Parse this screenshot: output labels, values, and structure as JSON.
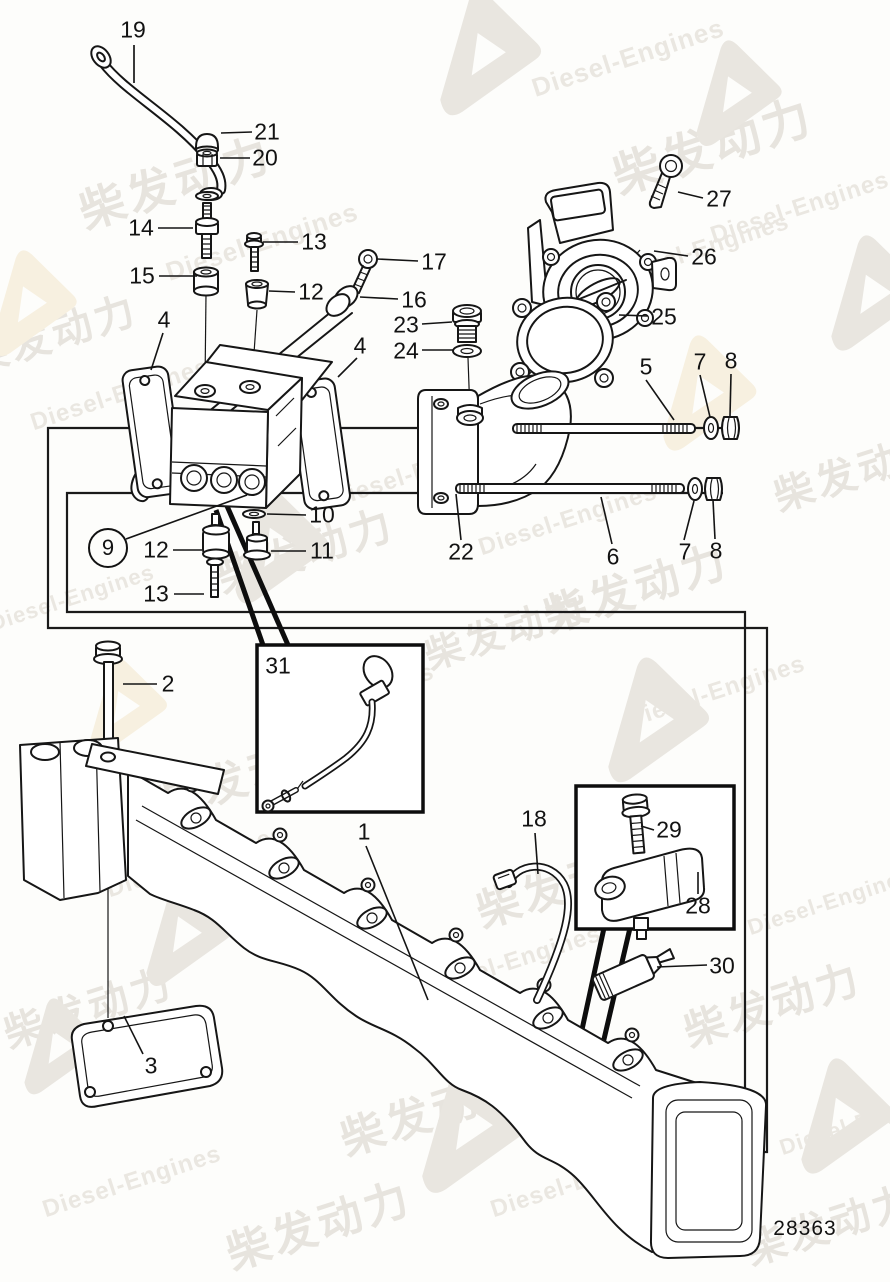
{
  "diagram": {
    "type": "exploded-parts-diagram",
    "figure_number": "28363",
    "callouts": [
      {
        "label": "19"
      },
      {
        "label": "21"
      },
      {
        "label": "20"
      },
      {
        "label": "14"
      },
      {
        "label": "13"
      },
      {
        "label": "15"
      },
      {
        "label": "12"
      },
      {
        "label": "17"
      },
      {
        "label": "16"
      },
      {
        "label": "23"
      },
      {
        "label": "24"
      },
      {
        "label": "27"
      },
      {
        "label": "26"
      },
      {
        "label": "25"
      },
      {
        "label": "4"
      },
      {
        "label": "4"
      },
      {
        "label": "5"
      },
      {
        "label": "7"
      },
      {
        "label": "8"
      },
      {
        "label": "22"
      },
      {
        "label": "6"
      },
      {
        "label": "7"
      },
      {
        "label": "8"
      },
      {
        "label": "9",
        "circled": true
      },
      {
        "label": "10"
      },
      {
        "label": "11"
      },
      {
        "label": "12"
      },
      {
        "label": "13"
      },
      {
        "label": "2"
      },
      {
        "label": "31"
      },
      {
        "label": "1"
      },
      {
        "label": "18"
      },
      {
        "label": "29"
      },
      {
        "label": "28"
      },
      {
        "label": "30"
      },
      {
        "label": "3"
      }
    ],
    "watermark": {
      "text_zh": "柴发动力",
      "text_en": "Diesel-Engines",
      "logo": "diesel-power-logo"
    },
    "colors": {
      "line": "#161616",
      "background": "#fdfdfb",
      "watermark_gray": "#e9e6e0",
      "watermark_warm": "#f7f0e0"
    }
  }
}
